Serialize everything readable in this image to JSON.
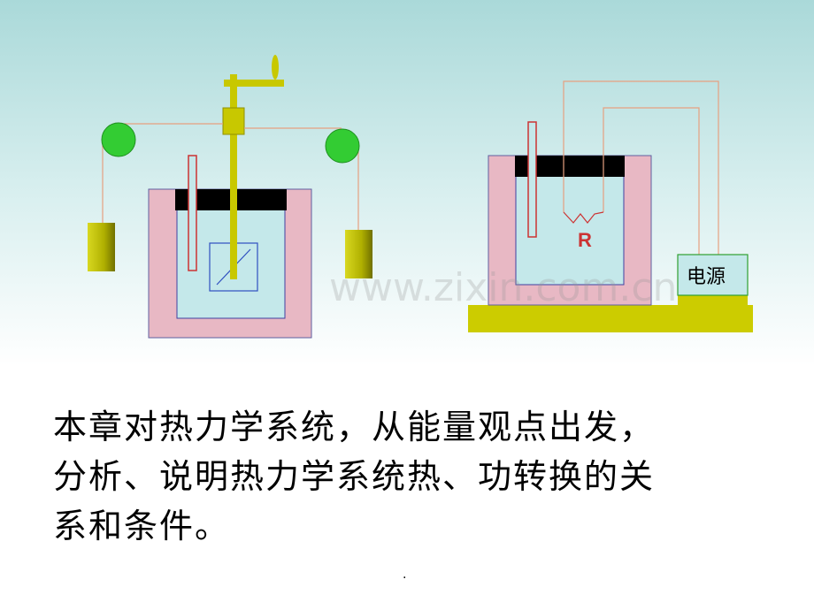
{
  "diagram": {
    "left": {
      "name": "paddle-wheel-apparatus"
    },
    "right": {
      "resistor_label": "R",
      "power_label": "电源"
    }
  },
  "caption": {
    "lines": [
      "本章对热力学系统，从能量观点出发，",
      "分析、说明热力学系统热、功转换的关",
      "系和条件。"
    ]
  },
  "footer_mark": ".",
  "watermark": "www.zixin.com.cn",
  "colors": {
    "insulation": "#e8b8c4",
    "water": "#c4e8ea",
    "lid": "#000000",
    "rod": "#c8c800",
    "pulley": "#33cc33",
    "weight": "#a0a000",
    "base": "#cccc00",
    "wire": "#e6a080",
    "thermometer": "#cc3333",
    "resistor_text": "#cc3333"
  }
}
